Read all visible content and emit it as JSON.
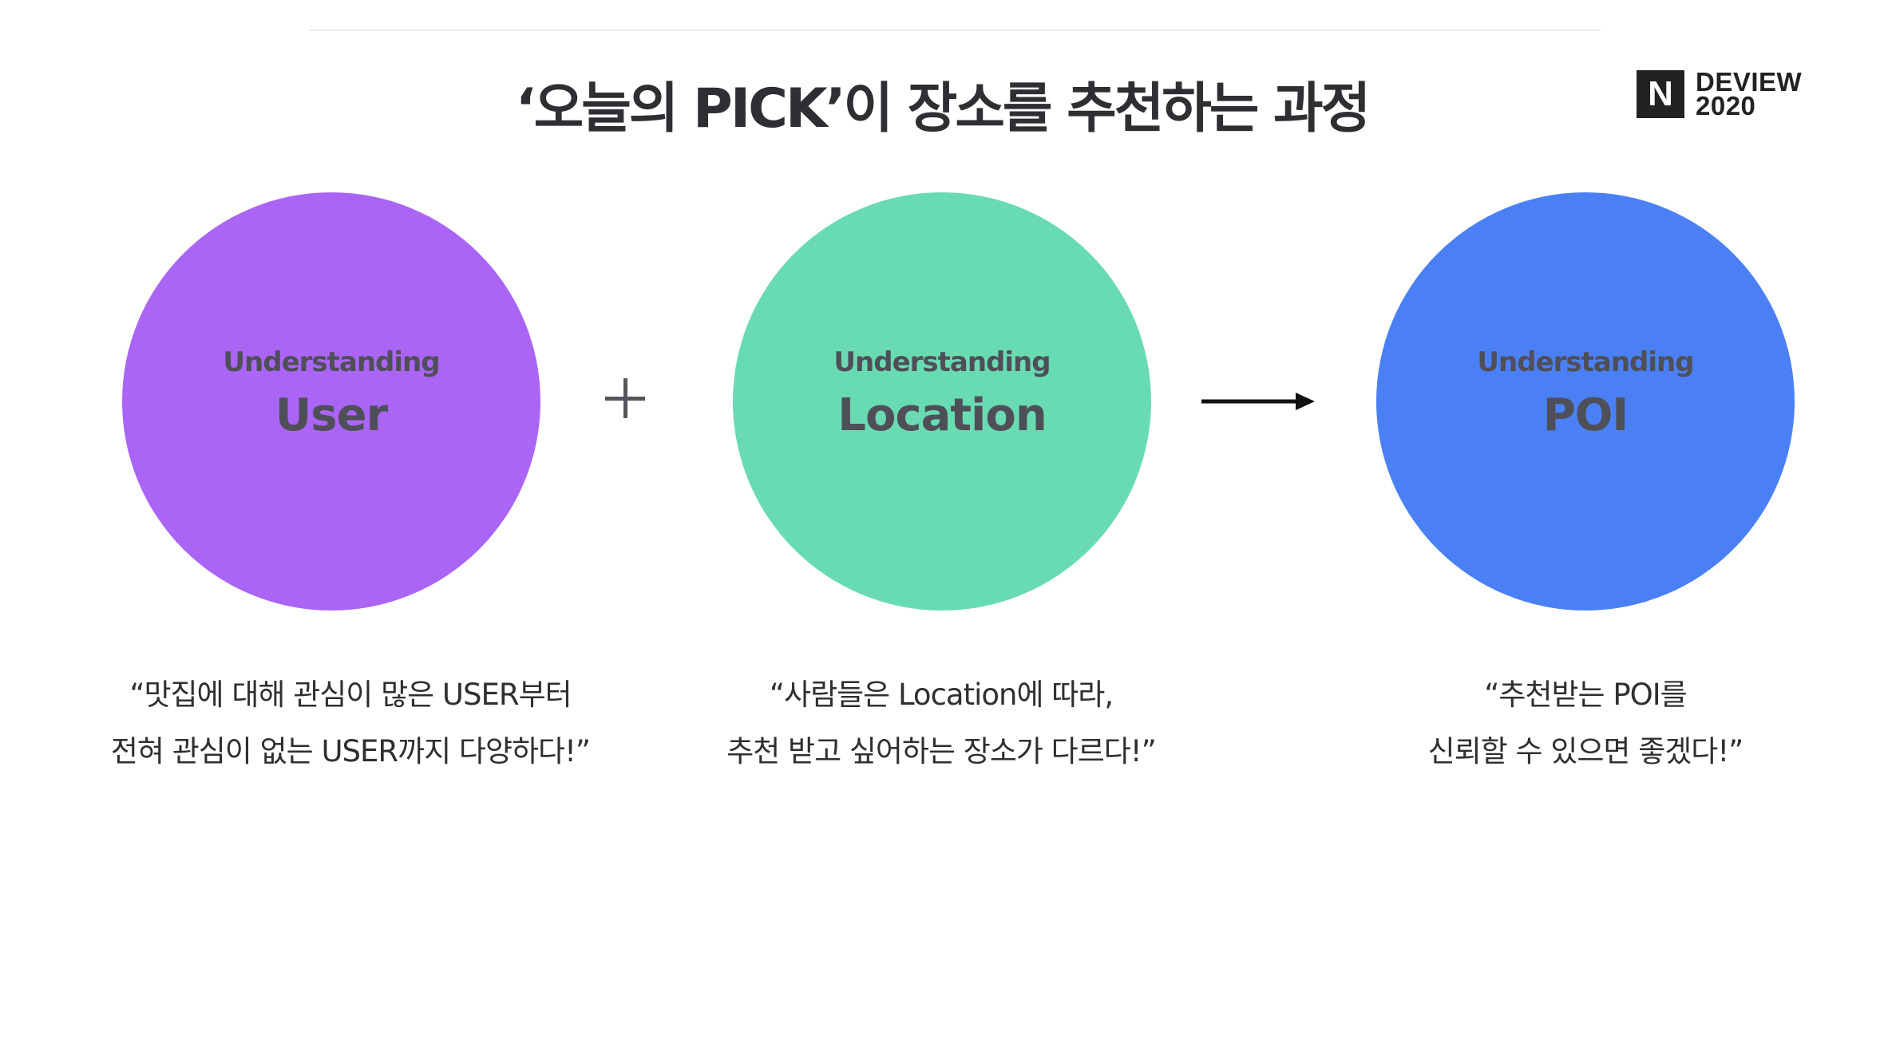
{
  "slide": {
    "title": "‘오늘의 PICK’이 장소를 추천하는 과정"
  },
  "logo": {
    "mark": "N",
    "line1": "DEVIEW",
    "line2": "2020"
  },
  "stages": [
    {
      "subtitle": "Understanding",
      "label": "User",
      "color": "#ab65f5",
      "quote_lines": [
        "“맛집에 대해 관심이 많은 USER부터",
        "전혀 관심이 없는 USER까지 다양하다!”"
      ]
    },
    {
      "subtitle": "Understanding",
      "label": "Location",
      "color": "#69dbb2",
      "quote_lines": [
        "“사람들은 Location에 따라,",
        "추천 받고 싶어하는 장소가 다르다!”"
      ]
    },
    {
      "subtitle": "Understanding",
      "label": "POI",
      "color": "#4a80f3",
      "quote_lines": [
        "“추천받는 POI를",
        "신뢰할 수 있으면 좋겠다!”"
      ]
    }
  ],
  "operators": {
    "plus_icon": "plus-icon",
    "arrow_icon": "arrow-right-icon"
  }
}
